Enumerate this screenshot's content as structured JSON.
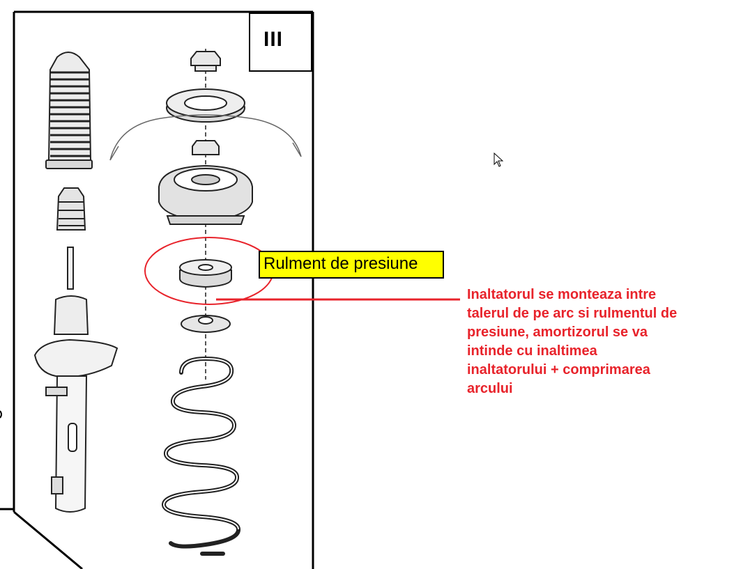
{
  "diagram": {
    "section_label": "III",
    "callout_label": "Rulment de presiune",
    "note_lines": [
      "Inaltatorul se monteaza intre",
      "talerul de pe arc si rulmentul de",
      "presiune, amortizorul se va",
      "intinde cu inaltimea",
      "inaltatorului + comprimarea",
      "arcului"
    ]
  },
  "colors": {
    "annotation_red": "#e8232b",
    "label_background": "#ffff00",
    "drawing_line": "#333333"
  },
  "icons": [
    "mouse-cursor-icon"
  ]
}
